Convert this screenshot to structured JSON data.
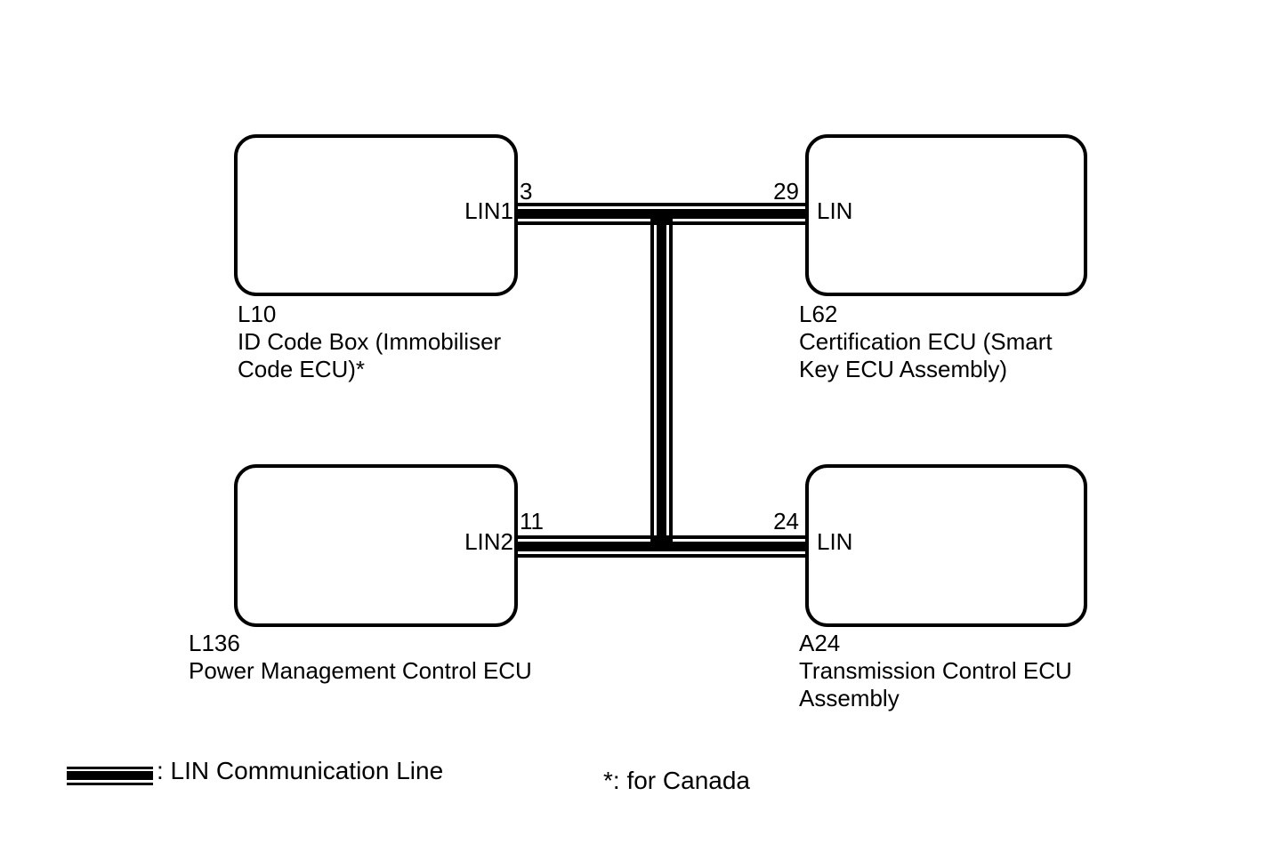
{
  "nodes": [
    {
      "code": "L10",
      "caption_lines": [
        "ID Code Box (Immobiliser",
        "Code ECU)*"
      ],
      "port": "LIN1",
      "pin": "3"
    },
    {
      "code": "L62",
      "caption_lines": [
        "Certification ECU (Smart",
        "Key ECU Assembly)"
      ],
      "port": "LIN",
      "pin": "29"
    },
    {
      "code": "L136",
      "caption_lines": [
        "Power Management Control ECU"
      ],
      "port": "LIN2",
      "pin": "11"
    },
    {
      "code": "A24",
      "caption_lines": [
        "Transmission Control ECU",
        "Assembly"
      ],
      "port": "LIN",
      "pin": "24"
    }
  ],
  "legend": {
    "line_label": ": LIN Communication Line",
    "note": "*: for Canada"
  },
  "colors": {
    "line": "#000000",
    "background": "#ffffff"
  }
}
